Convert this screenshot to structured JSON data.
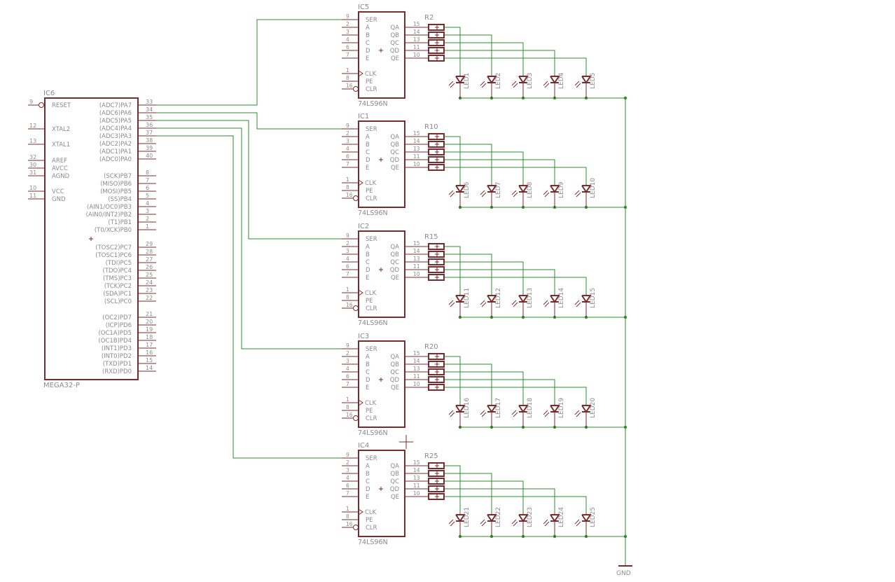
{
  "mcu": {
    "ref": "IC6",
    "part": "MEGA32-P",
    "left_pins": [
      {
        "num": "9",
        "name": "RESET"
      },
      {
        "num": "12",
        "name": "XTAL2"
      },
      {
        "num": "13",
        "name": "XTAL1"
      },
      {
        "num": "32",
        "name": "AREF"
      },
      {
        "num": "30",
        "name": "AVCC"
      },
      {
        "num": "31",
        "name": "AGND"
      },
      {
        "num": "10",
        "name": "VCC"
      },
      {
        "num": "11",
        "name": "GND"
      }
    ],
    "right_pins": [
      {
        "num": "33",
        "name": "(ADC7)PA7"
      },
      {
        "num": "34",
        "name": "(ADC6)PA6"
      },
      {
        "num": "35",
        "name": "(ADC5)PA5"
      },
      {
        "num": "36",
        "name": "(ADC4)PA4"
      },
      {
        "num": "37",
        "name": "(ADC3)PA3"
      },
      {
        "num": "38",
        "name": "(ADC2)PA2"
      },
      {
        "num": "39",
        "name": "(ADC1)PA1"
      },
      {
        "num": "40",
        "name": "(ADC0)PA0"
      },
      {
        "num": "8",
        "name": "(SCK)PB7"
      },
      {
        "num": "7",
        "name": "(MISO)PB6"
      },
      {
        "num": "6",
        "name": "(MOSI)PB5"
      },
      {
        "num": "5",
        "name": "(SS)PB4"
      },
      {
        "num": "4",
        "name": "(AIN1/OC0)PB3"
      },
      {
        "num": "3",
        "name": "(AIN0/INT2)PB2"
      },
      {
        "num": "2",
        "name": "(T1)PB1"
      },
      {
        "num": "1",
        "name": "(T0/XCK)PB0"
      },
      {
        "num": "29",
        "name": "(TOSC2)PC7"
      },
      {
        "num": "28",
        "name": "(TOSC1)PC6"
      },
      {
        "num": "27",
        "name": "(TDI)PC5"
      },
      {
        "num": "26",
        "name": "(TDO)PC4"
      },
      {
        "num": "25",
        "name": "(TMS)PC3"
      },
      {
        "num": "24",
        "name": "(TCK)PC2"
      },
      {
        "num": "23",
        "name": "(SDA)PC1"
      },
      {
        "num": "22",
        "name": "(SCL)PC0"
      },
      {
        "num": "21",
        "name": "(OC2)PD7"
      },
      {
        "num": "20",
        "name": "(ICP)PD6"
      },
      {
        "num": "19",
        "name": "(OC1A)PD5"
      },
      {
        "num": "18",
        "name": "(OC1B)PD4"
      },
      {
        "num": "17",
        "name": "(INT1)PD3"
      },
      {
        "num": "16",
        "name": "(INT0)PD2"
      },
      {
        "num": "15",
        "name": "(TXD)PD1"
      },
      {
        "num": "14",
        "name": "(RXD)PD0"
      }
    ]
  },
  "shift_register": {
    "part": "74LS96N",
    "left_pins": [
      {
        "num": "9",
        "name": "SER"
      },
      {
        "num": "2",
        "name": "A"
      },
      {
        "num": "3",
        "name": "B"
      },
      {
        "num": "4",
        "name": "C"
      },
      {
        "num": "6",
        "name": "D"
      },
      {
        "num": "7",
        "name": "E"
      },
      {
        "num": "1",
        "name": "CLK"
      },
      {
        "num": "8",
        "name": "PE"
      },
      {
        "num": "16",
        "name": "CLR"
      }
    ],
    "right_pins": [
      {
        "num": "15",
        "name": "QA"
      },
      {
        "num": "14",
        "name": "QB"
      },
      {
        "num": "13",
        "name": "QC"
      },
      {
        "num": "11",
        "name": "QD"
      },
      {
        "num": "10",
        "name": "QE"
      }
    ]
  },
  "stages": [
    {
      "ic": "IC5",
      "resistor": "R2",
      "leds": [
        "LED1",
        "LED2",
        "LED3",
        "LED4",
        "LED5"
      ]
    },
    {
      "ic": "IC1",
      "resistor": "R10",
      "leds": [
        "LED6",
        "LED7",
        "LED8",
        "LED9",
        "LED10"
      ]
    },
    {
      "ic": "IC2",
      "resistor": "R15",
      "leds": [
        "LED11",
        "LED12",
        "LED13",
        "LED14",
        "LED15"
      ]
    },
    {
      "ic": "IC3",
      "resistor": "R20",
      "leds": [
        "LED16",
        "LED17",
        "LED18",
        "LED19",
        "LED20"
      ]
    },
    {
      "ic": "IC4",
      "resistor": "R25",
      "leds": [
        "LED21",
        "LED22",
        "LED23",
        "LED24",
        "LED25"
      ]
    }
  ],
  "ground_label": "GND",
  "colors": {
    "symbol": "#7a2c2c",
    "wire": "#2e8b2e",
    "text": "#8a8a8a"
  }
}
